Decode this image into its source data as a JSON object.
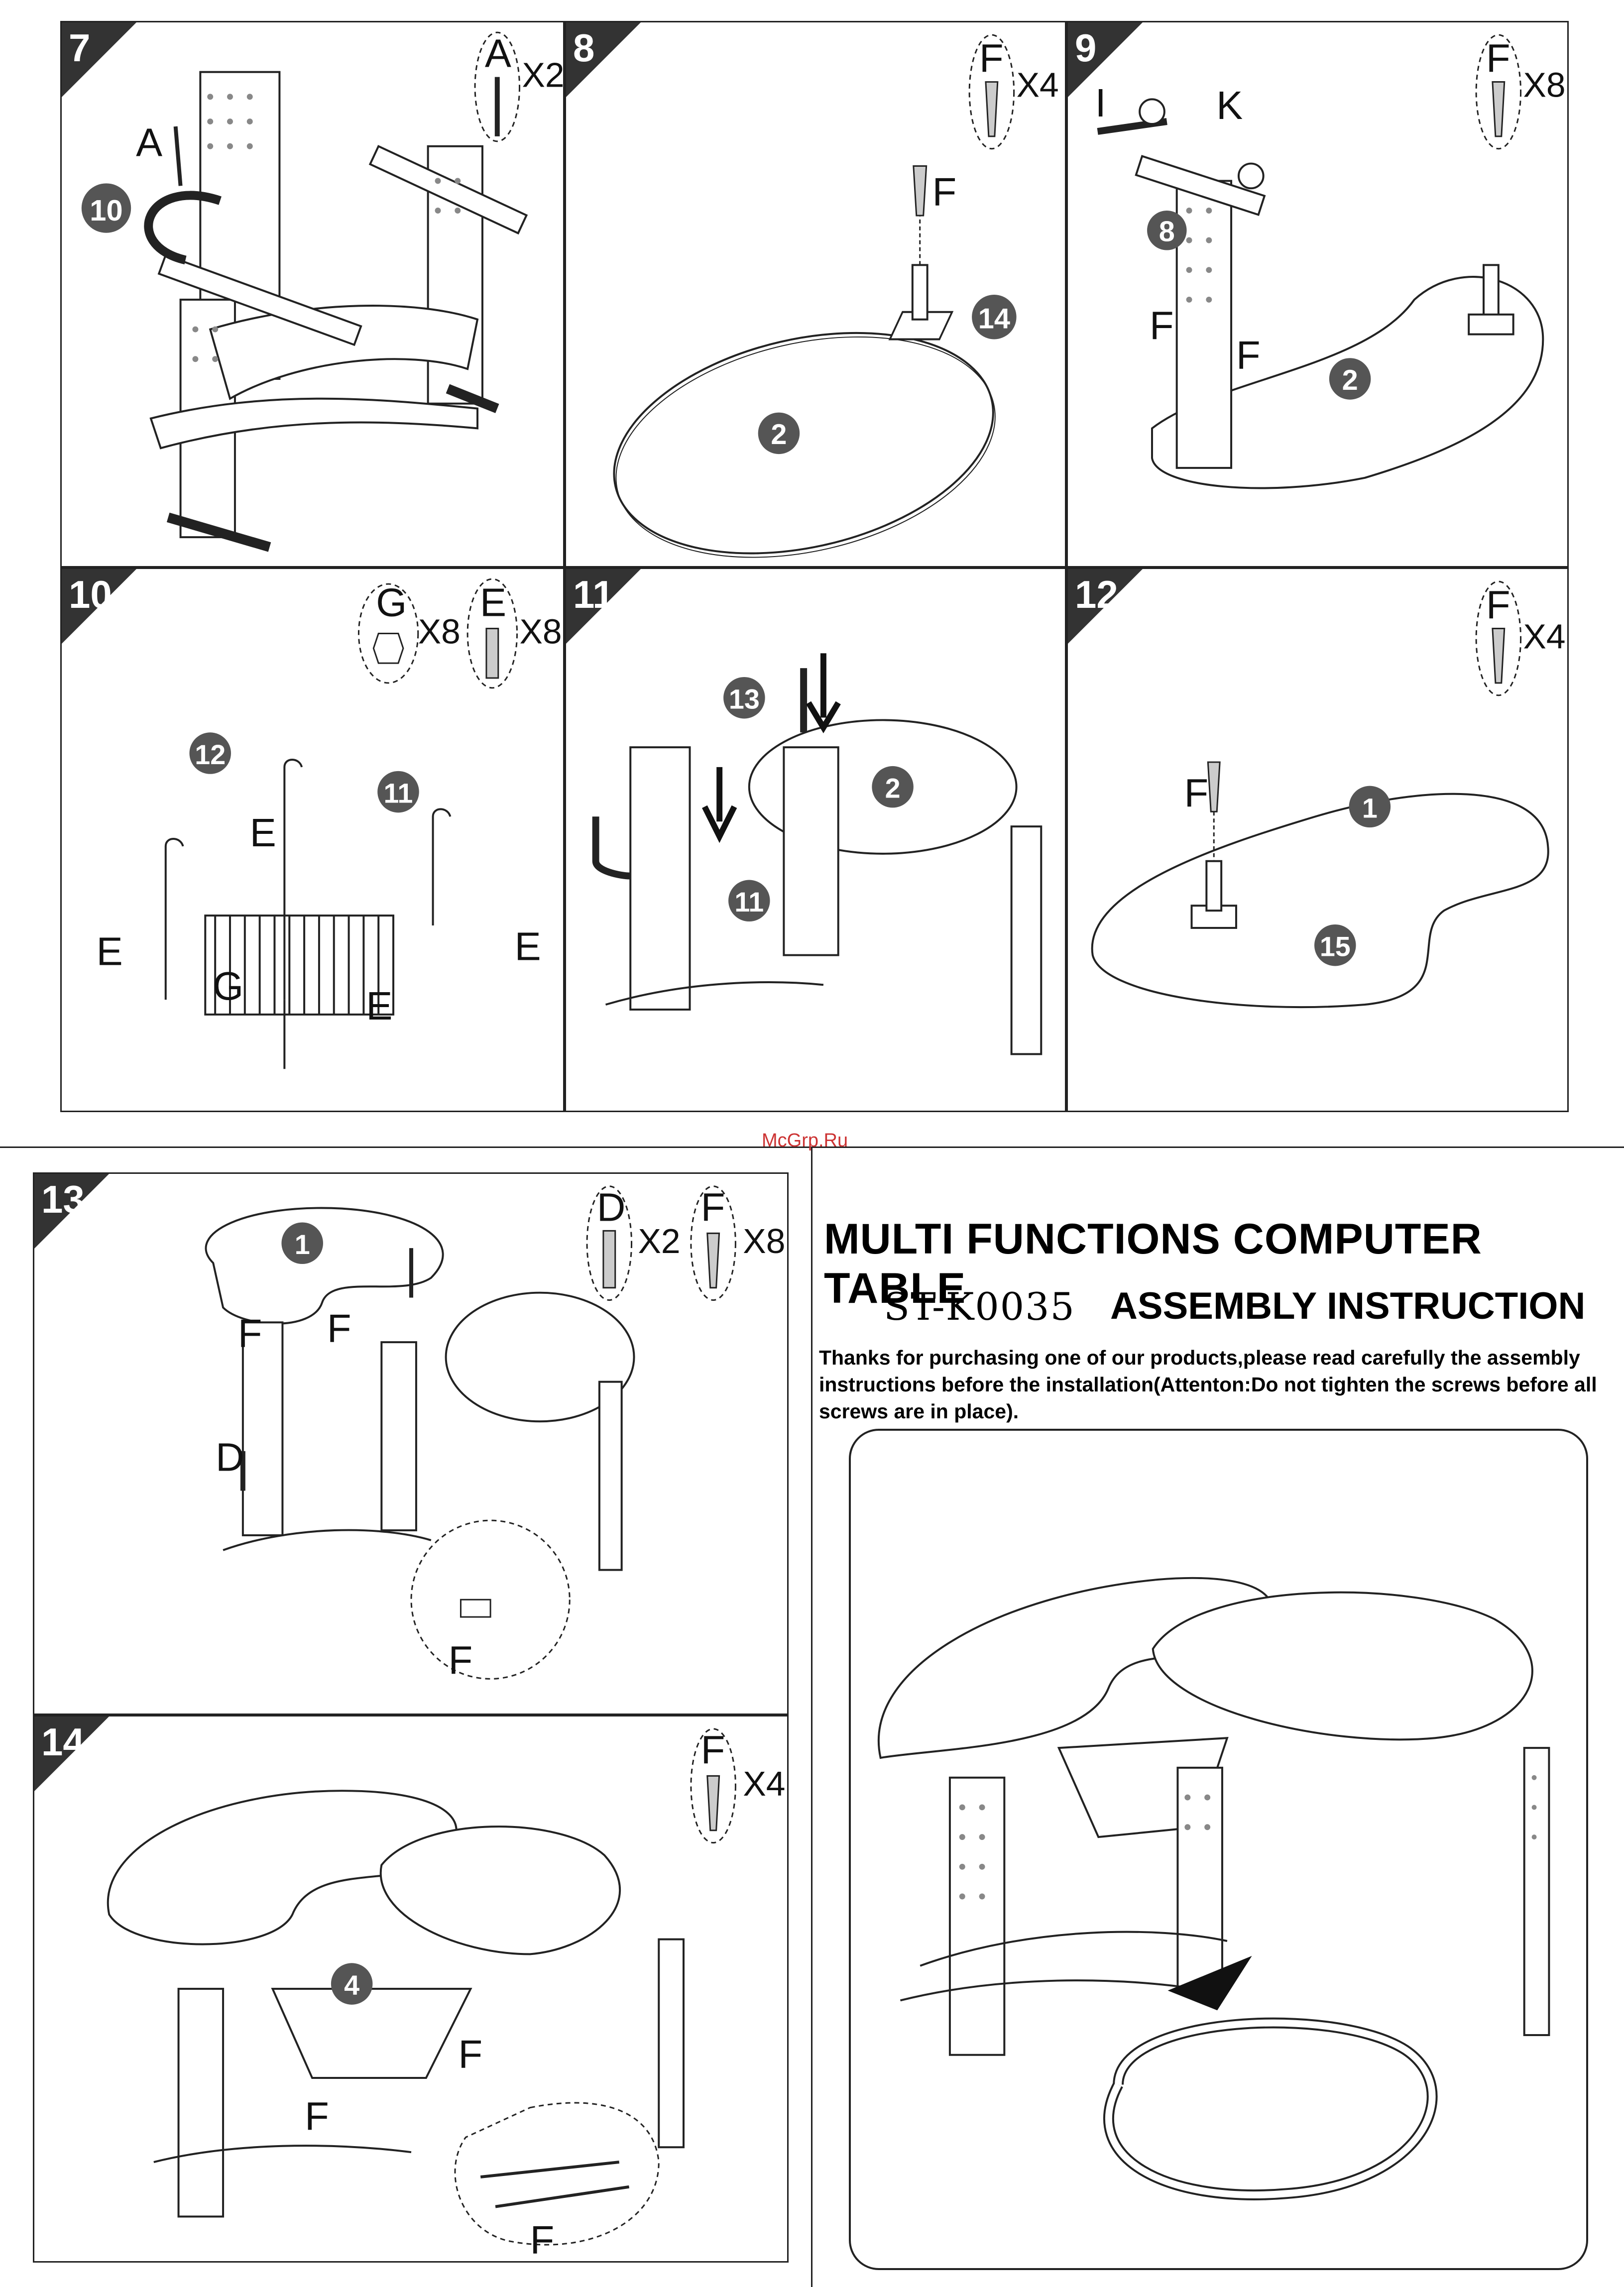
{
  "steps": [
    {
      "number": "7",
      "parts": [
        {
          "letter": "A",
          "qty": "X2"
        }
      ],
      "labels": [
        "A",
        "10"
      ]
    },
    {
      "number": "8",
      "parts": [
        {
          "letter": "F",
          "qty": "X4"
        }
      ],
      "labels": [
        "F",
        "14",
        "2"
      ]
    },
    {
      "number": "9",
      "parts": [
        {
          "letter": "F",
          "qty": "X8"
        }
      ],
      "labels": [
        "I",
        "K",
        "8",
        "F",
        "F",
        "2"
      ]
    },
    {
      "number": "10",
      "parts": [
        {
          "letter": "G",
          "qty": "X8"
        },
        {
          "letter": "E",
          "qty": "X8"
        }
      ],
      "labels": [
        "12",
        "11",
        "E",
        "E",
        "E",
        "E",
        "G"
      ]
    },
    {
      "number": "11",
      "parts": [],
      "labels": [
        "13",
        "2",
        "11"
      ]
    },
    {
      "number": "12",
      "parts": [
        {
          "letter": "F",
          "qty": "X4"
        }
      ],
      "labels": [
        "F",
        "1",
        "15"
      ]
    },
    {
      "number": "13",
      "parts": [
        {
          "letter": "D",
          "qty": "X2"
        },
        {
          "letter": "F",
          "qty": "X8"
        }
      ],
      "labels": [
        "1",
        "F",
        "F",
        "D",
        "F"
      ]
    },
    {
      "number": "14",
      "parts": [
        {
          "letter": "F",
          "qty": "X4"
        }
      ],
      "labels": [
        "4",
        "F",
        "F",
        "F"
      ]
    }
  ],
  "watermark": "McGrp.Ru",
  "header": {
    "title": "MULTI FUNCTIONS COMPUTER TABLE",
    "model": "ST-K0035",
    "subtitle": "ASSEMBLY INSTRUCTION",
    "thanks": "Thanks for purchasing one of our products,please read carefully the assembly instructions before the installation(Attenton:Do not tighten the screws before all screws are in place)."
  }
}
